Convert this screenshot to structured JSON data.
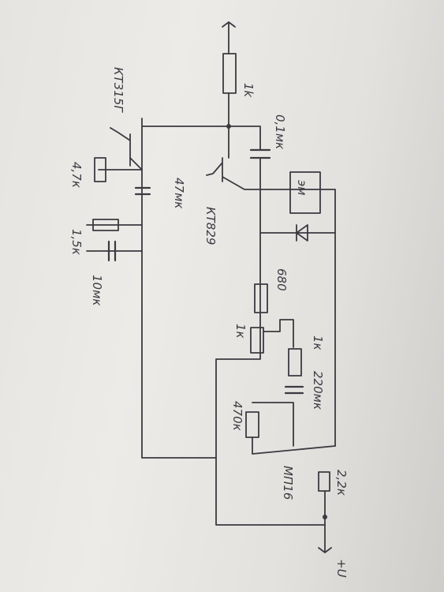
{
  "diagram": {
    "components": {
      "r_input_1k": "1k",
      "c_01uF": "0,1мк",
      "t_kt315": "КТ315Г",
      "t_kt829": "КТ829",
      "c_47uF": "47мк",
      "r_4k7": "4,7к",
      "r_1k5": "1,5к",
      "c_10uF": "10мк",
      "motor": "эм",
      "r_680": "680",
      "r_trim_1k": "1к",
      "r_1k_b": "1к",
      "c_220uF": "220мк",
      "r_470k": "470к",
      "t_mp16": "МП16",
      "r_2k2": "2,2к",
      "supply": "+U"
    },
    "colors": {
      "ink": "#3a3a40",
      "paper": "#e8e6e3"
    }
  }
}
